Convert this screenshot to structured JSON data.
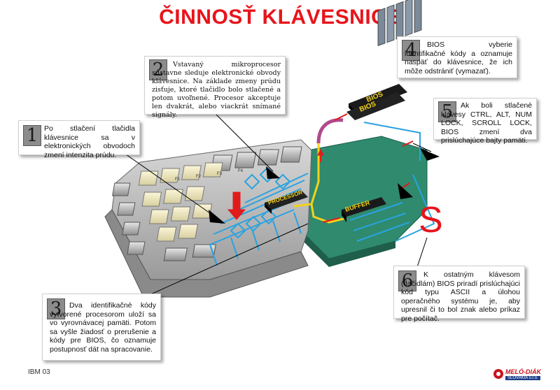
{
  "title": "ČINNOSŤ KLÁVESNICE",
  "callouts": [
    {
      "number": "1",
      "text": "Po stlačení tlačidla klávesnice sa v elektronických obvodoch zmení intenzita prúdu."
    },
    {
      "number": "2",
      "text": "Vstavaný mikroprocesor sústavne sleduje elektronické obvody klávesnice. Na základe zmeny prúdu zisťuje, ktoré tlačidlo bolo stlačené a potom uvoľnené. Procesor akceptuje len dvakrát, alebo viackrát snímané signály."
    },
    {
      "number": "3",
      "text": "Dva identifikačné kódy vytvorené procesorom uloží sa vo vyrovnávacej pamäti. Potom sa vyšle žiadosť o prerušenie a kódy pre BIOS, čo oznamuje postupnosť dát na spracovanie."
    },
    {
      "number": "4",
      "text": "BIOS vyberie identifikačné kódy a oznamuje naspäť do klávesnice, že ich môže odstrániť (vymazať)."
    },
    {
      "number": "5",
      "text": "Ak boli stlačené klávesy CTRL, ALT, NUM LOCK, SCROLL LOCK, BIOS zmení dva prislúchajúce bajty pamäti."
    },
    {
      "number": "6",
      "text": "K ostatným klávesom (tlačidlám) BIOS priradí prislúchajúci kód typu ASCII a úlohou operačného systému je, aby upresnil či to bol znak alebo príkaz pre počítač."
    }
  ],
  "labels": {
    "processor": "PROCESSOR",
    "buffer": "BUFFER",
    "bios_top": "BIOS",
    "bios_bottom": "BIOS",
    "letter_s": "S",
    "f_keys": [
      "F1",
      "F2",
      "F3",
      "F4"
    ]
  },
  "footer": "IBM 03",
  "logo": {
    "name": "MELÓ-DIÁK",
    "sub": "SLOVAKIA s.r.o."
  },
  "colors": {
    "title": "#e8141b",
    "circuit": "#2aa3e0",
    "board": "#2f8a6e",
    "wire_yellow": "#f3d21a",
    "arrow_red": "#e11b1b"
  }
}
